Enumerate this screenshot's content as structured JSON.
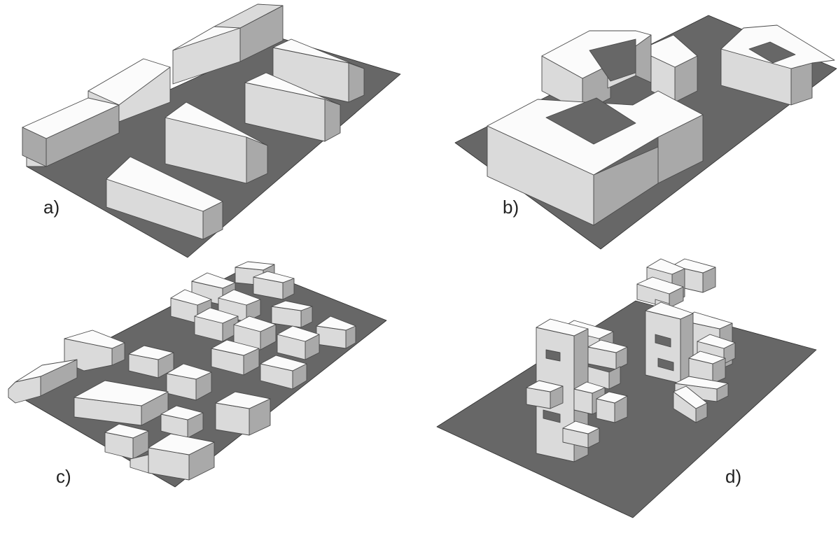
{
  "panels": [
    {
      "label": "a)"
    },
    {
      "label": "b)"
    },
    {
      "label": "c)"
    },
    {
      "label": "d)"
    }
  ],
  "colors": {
    "ground": "#676767",
    "roof": "#fbfbfb",
    "front_face": "#dadada",
    "side_face": "#a9a9a9",
    "edge": "#4a4a4a",
    "background": "#ffffff"
  }
}
